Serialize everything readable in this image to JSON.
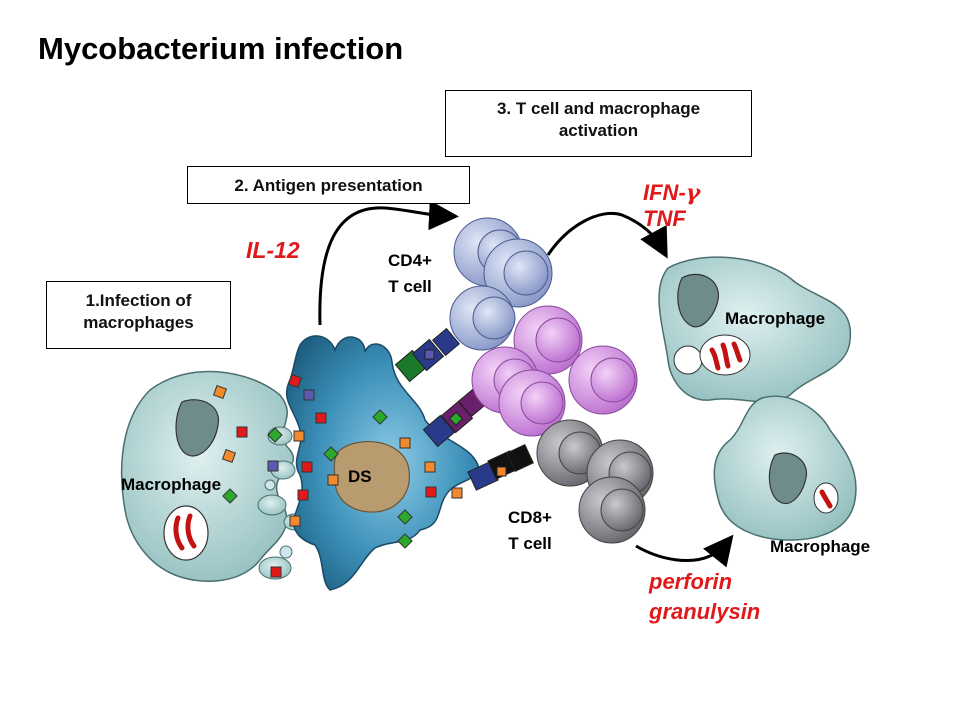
{
  "title": "Mycobacterium infection",
  "steps": {
    "step1": {
      "line1": "1.Infection of",
      "line2": "macrophages"
    },
    "step2": "2. Antigen presentation",
    "step3": {
      "line1": "3. T cell and macrophage",
      "line2": "activation"
    }
  },
  "cytokines": {
    "il12": "IL-12",
    "ifn_prefix": "IFN-",
    "ifn_symbol": "γ",
    "tnf": "TNF",
    "perforin": "perforin",
    "granulysin": "granulysin"
  },
  "cells": {
    "cd4": {
      "line1": "CD4+",
      "line2": "T cell"
    },
    "cd8": {
      "line1": "CD8+",
      "line2": "T cell"
    },
    "ds": "DS",
    "macrophage_left": "Macrophage",
    "macrophage_top_right": "Macrophage",
    "macrophage_bottom_right": "Macrophage"
  },
  "colors": {
    "cytokine_red": "#e0191b",
    "macrophage_fill": "#aed3d3",
    "dendritic_fill": "#2f86b3",
    "cd4_fill": "#aab9de",
    "th_pink_fill": "#d98fe6",
    "cd8_fill": "#8e8e95",
    "antigen_red": "#e01a1a",
    "antigen_orange": "#f08a2c",
    "antigen_green": "#2ca82c",
    "antigen_blue": "#5a5ab0"
  }
}
